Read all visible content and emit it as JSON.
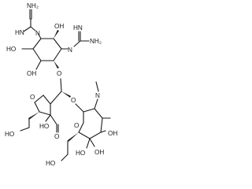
{
  "molecule": {
    "labels": {
      "guanidine_top_nh2": "NH₂",
      "guanidine_top_nh": "HN",
      "guanidine_top_n": "N",
      "guanidine_right_nh": "HN",
      "guanidine_right_nh2": "NH₂",
      "guanidine_right_n": "N",
      "oh_top_ring": "OH",
      "ho_left": "HO",
      "oh_ring_bottom": "OH",
      "ring_oxygen_link": "O",
      "ho_ch2": "HO",
      "furanose_o": "O",
      "ho_c3": "HO",
      "aldehyde_o": "O",
      "ether_o": "O",
      "n_methyl_n": "N",
      "pyranose_o": "O",
      "oh_pyranose_3": "OH",
      "ho_pyranose_ch2": "HO",
      "ho_pyranose_4": "HO",
      "oh_pyranose_bottom": "OH"
    }
  }
}
